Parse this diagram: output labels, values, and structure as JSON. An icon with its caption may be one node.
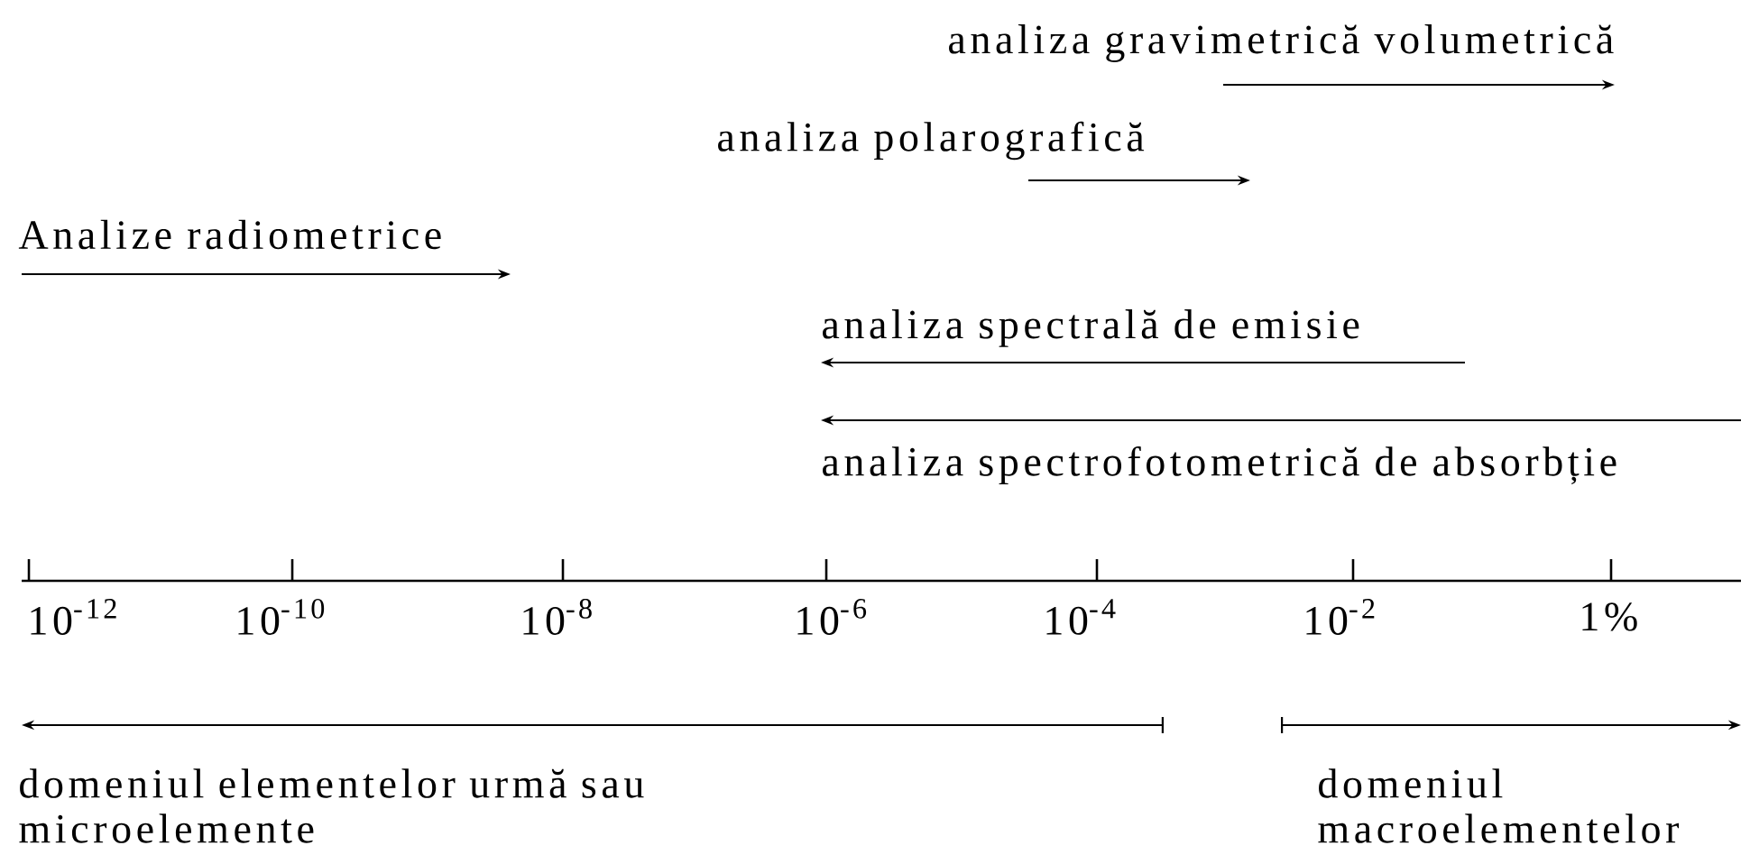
{
  "diagram": {
    "labels": [
      "analiza gravimetrică volumetrică",
      "analiza polarografică",
      "Analize radiometrice",
      "analiza spectrală de emisie",
      "analiza spectrofotometrică de absorbție",
      "10$^{-12}$",
      "10$^{-10}$",
      "10$^{-8}$",
      "10$^{-6}$",
      "10$^{-4}$",
      "10$^{-2}$",
      "1%",
      "domeniul elementelor urmă sau microelemente",
      "domeniul macroelementelor"
    ]
  }
}
